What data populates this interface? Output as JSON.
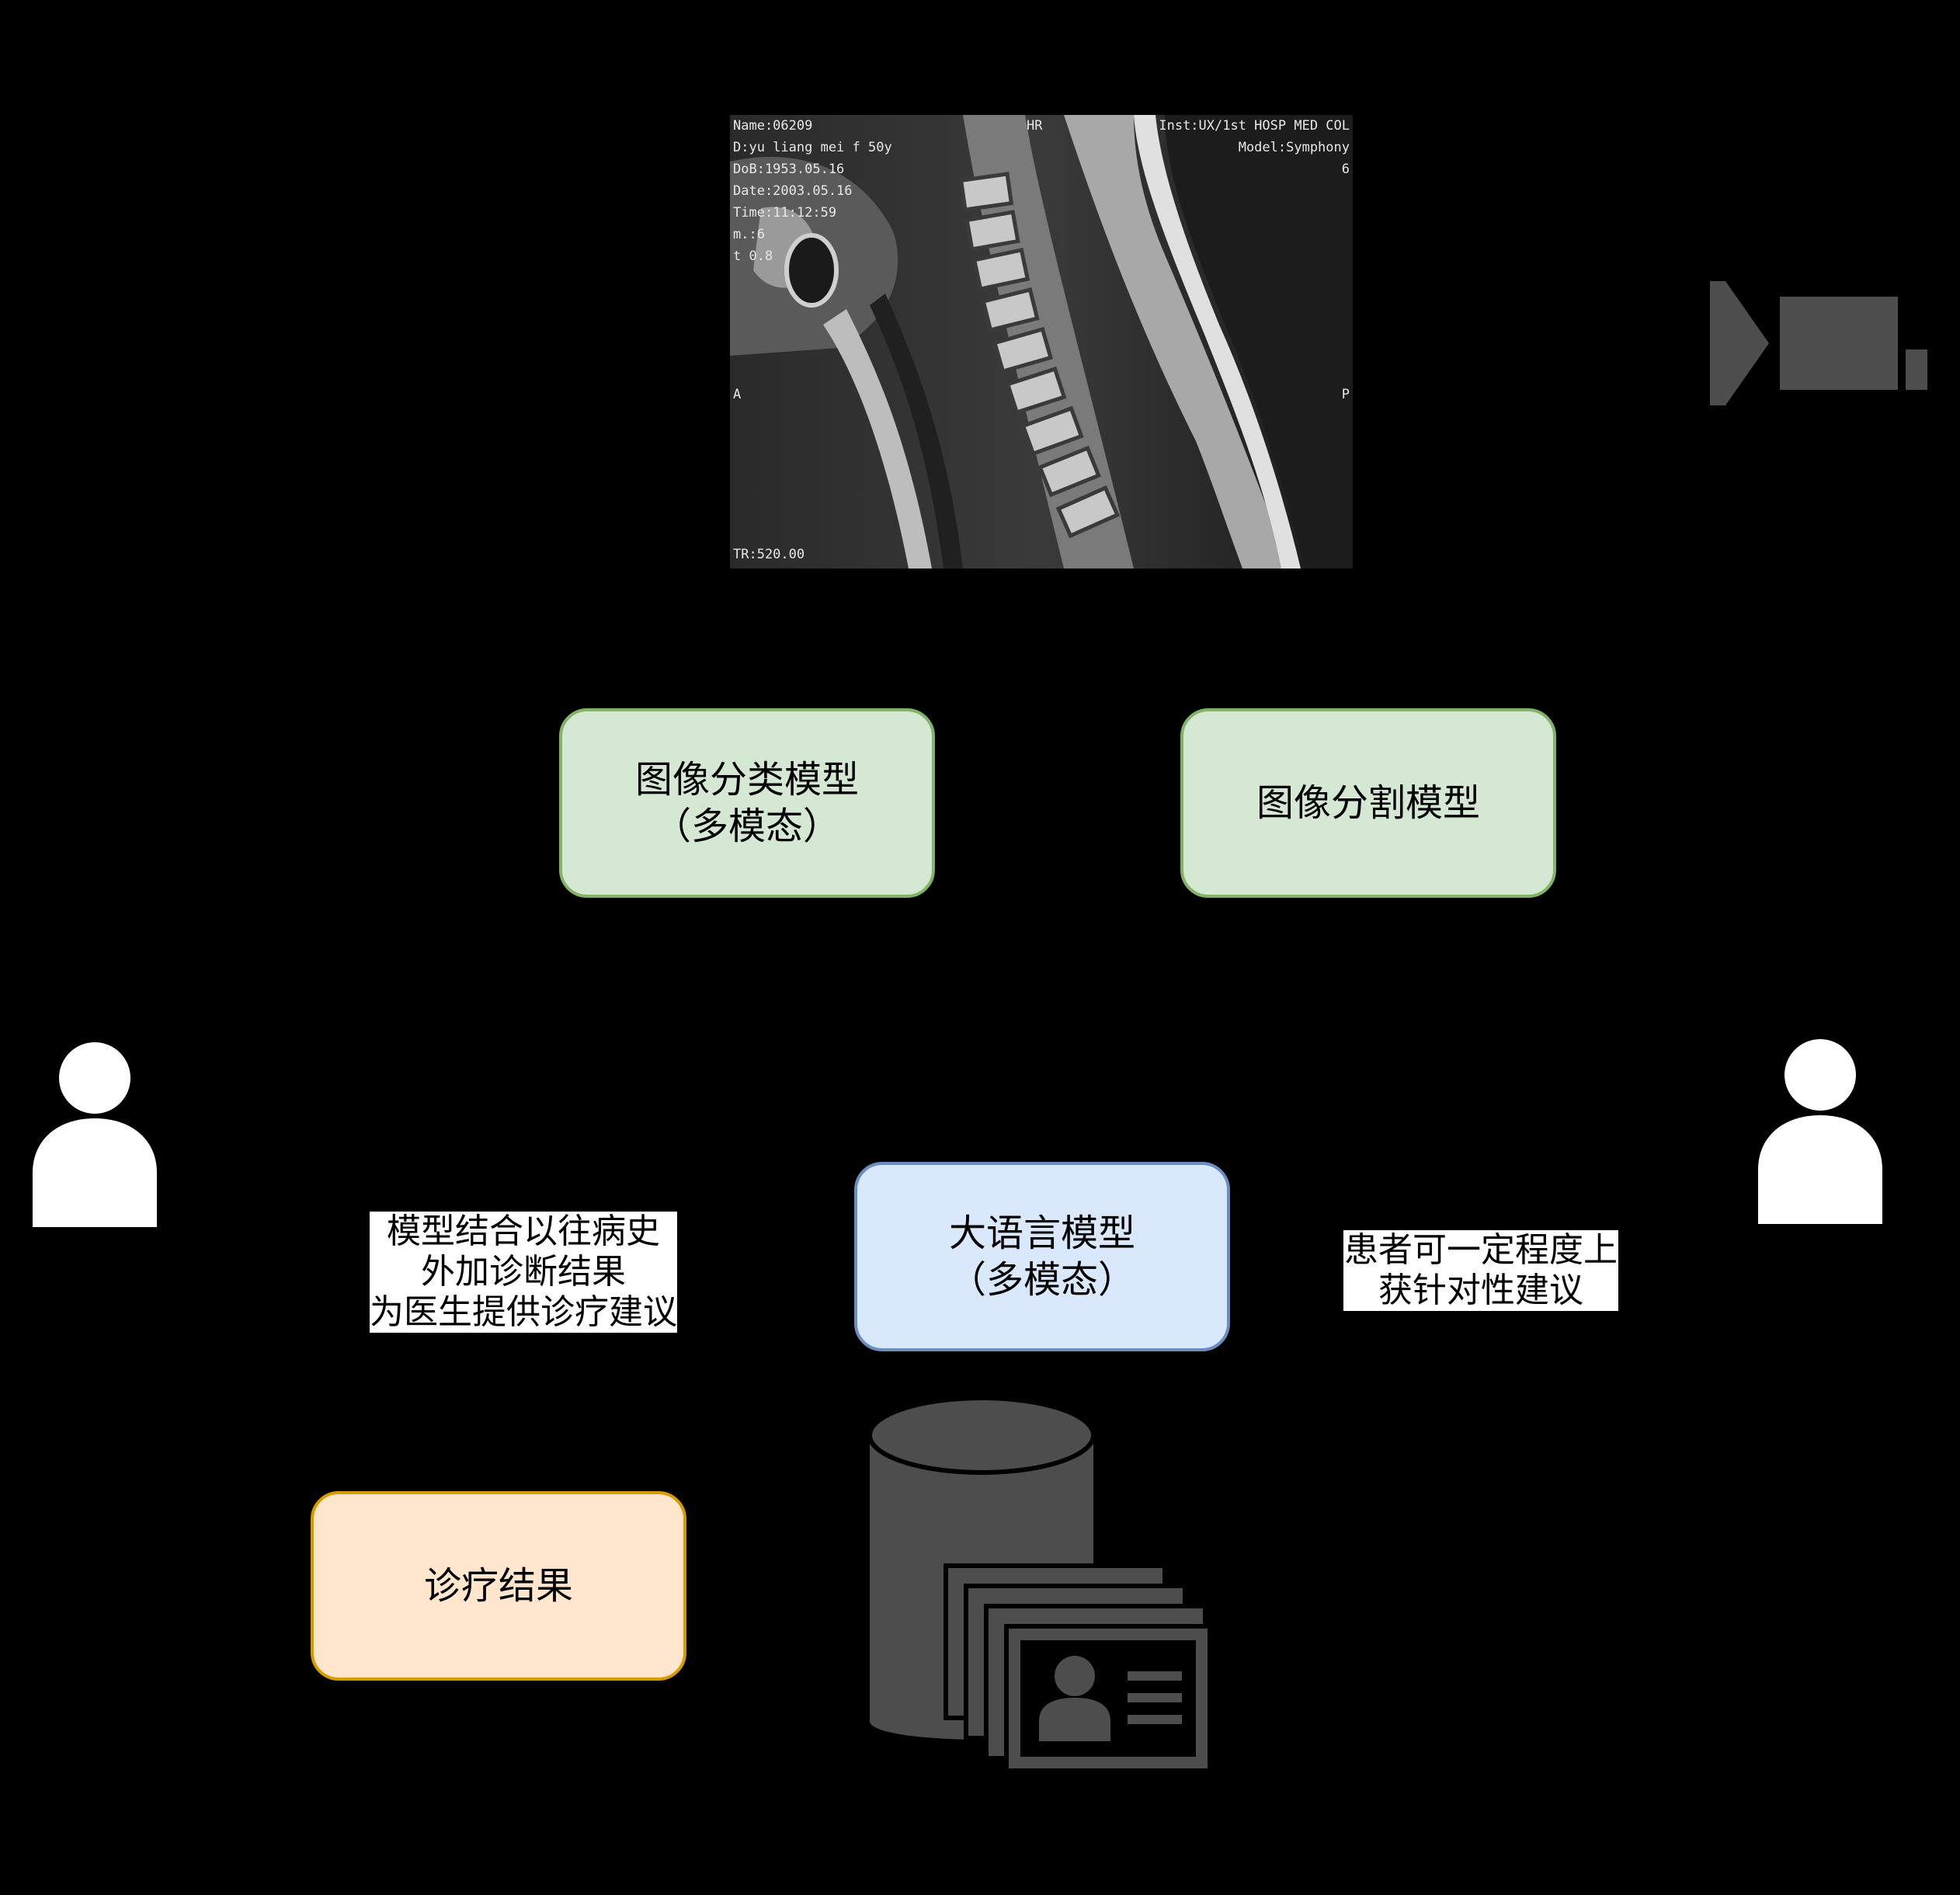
{
  "mri_image": {
    "overlay_left": [
      "Name:06209",
      "D:yu liang mei f 50y",
      "DoB:1953.05.16",
      "Date:2003.05.16",
      "Time:11:12:59",
      "m.:6",
      "t 0.8"
    ],
    "overlay_hr": "HR",
    "overlay_right": [
      "Inst:UX/1st HOSP MED COL",
      "Model:Symphony",
      "6"
    ],
    "marker_a": "A",
    "marker_p": "P",
    "overlay_bottom": "TR:520.00"
  },
  "nodes": {
    "classification": {
      "line1": "图像分类模型",
      "line2": "（多模态）"
    },
    "segmentation": {
      "line1": "图像分割模型"
    },
    "llm": {
      "line1": "大语言模型",
      "line2": "（多模态）"
    },
    "result": {
      "line1": "诊疗结果"
    }
  },
  "labels": {
    "doctor_note": [
      "模型结合以往病史",
      "外加诊断结果",
      "为医生提供诊疗建议"
    ],
    "patient_note": [
      "患者可一定程度上",
      "获针对性建议"
    ]
  },
  "icons": [
    "video-camera-icon",
    "doctor-person-icon",
    "patient-person-icon",
    "medical-records-database-icon"
  ],
  "colors": {
    "background": "#000000",
    "green_fill": "#d5e8d4",
    "green_stroke": "#82b366",
    "blue_fill": "#dae8fc",
    "blue_stroke": "#6c8ebf",
    "orange_fill": "#ffe6cc",
    "orange_stroke": "#d79b00",
    "icon_gray": "#4d4d4d"
  }
}
